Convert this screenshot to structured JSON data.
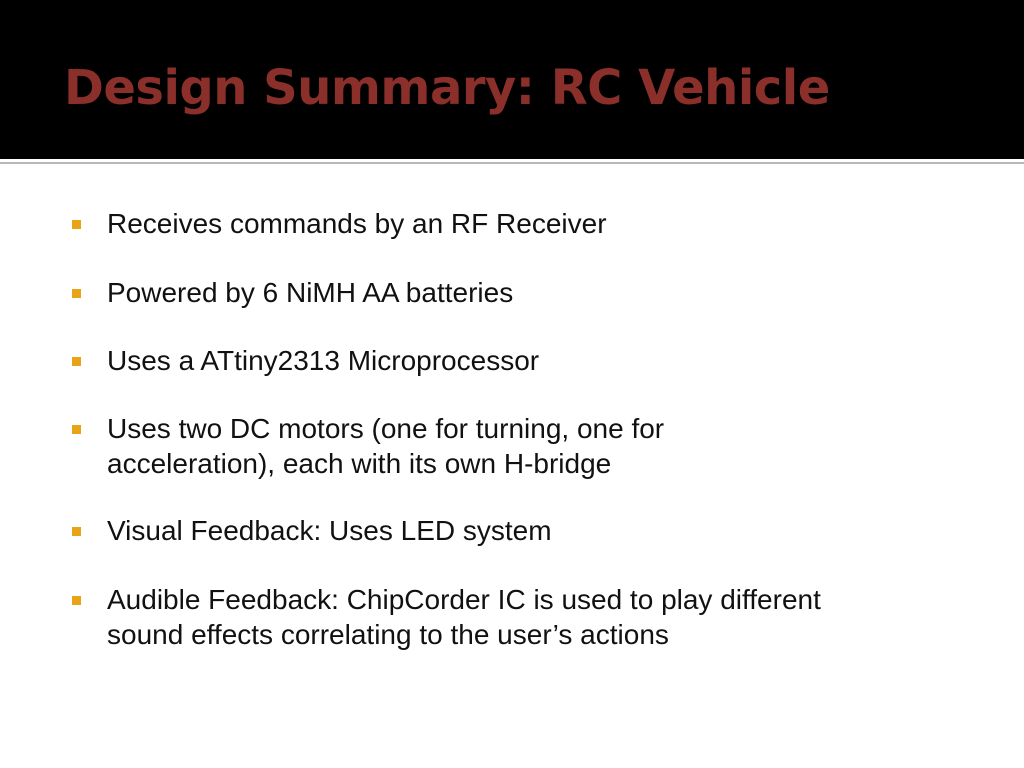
{
  "slide": {
    "title": "Design Summary: RC Vehicle",
    "bullets": [
      "Receives commands by an RF Receiver",
      "Powered by 6 NiMH AA batteries",
      "Uses a ATtiny2313 Microprocessor",
      "Uses two DC motors (one for turning, one for\nacceleration), each with its own H-bridge",
      "Visual Feedback: Uses LED system",
      "Audible Feedback: ChipCorder IC is used to play different\nsound effects correlating to the user’s actions"
    ]
  },
  "colors": {
    "title_band": "#000000",
    "title_text": "#8b2f2b",
    "bullet_marker": "#e8a317",
    "body_text": "#111111"
  },
  "icons": {
    "bullet": "square-bullet-icon"
  }
}
